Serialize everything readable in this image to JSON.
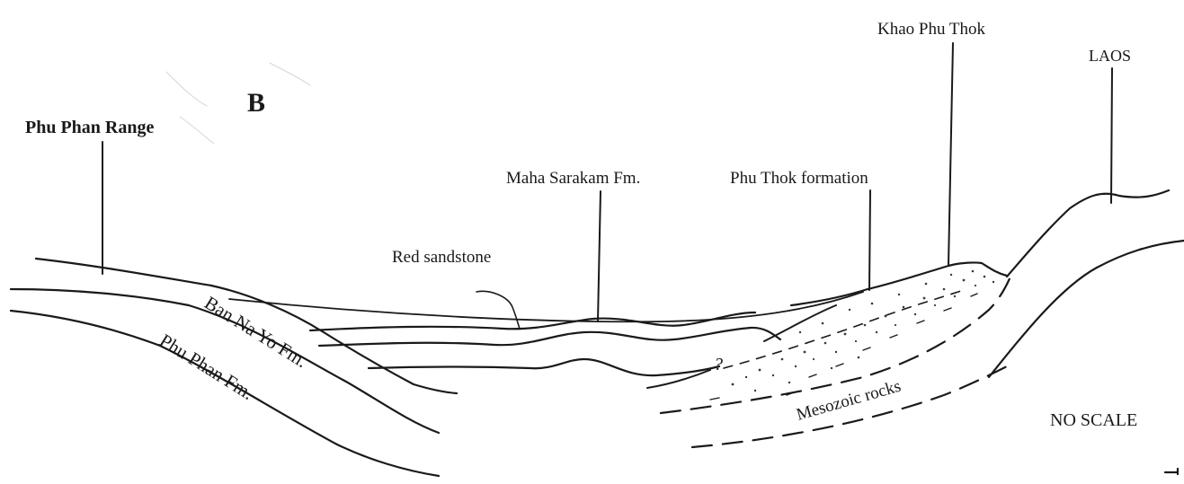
{
  "panel_letter": "B",
  "labels": {
    "phu_phan_range": "Phu Phan Range",
    "maha_sarakam": "Maha Sarakam Fm.",
    "phu_thok_formation": "Phu Thok formation",
    "khao_phu_thok": "Khao  Phu Thok",
    "laos": "LAOS",
    "red_sandstone": "Red sandstone",
    "ban_na_yo": "Ban Na Yo Fm.",
    "phu_phan_fm": "Phu Phan Fm.",
    "mesozoic": "Mesozoic rocks",
    "question_mark": "?",
    "no_scale": "NO  SCALE"
  },
  "colors": {
    "ink": "#1a1a1a"
  }
}
